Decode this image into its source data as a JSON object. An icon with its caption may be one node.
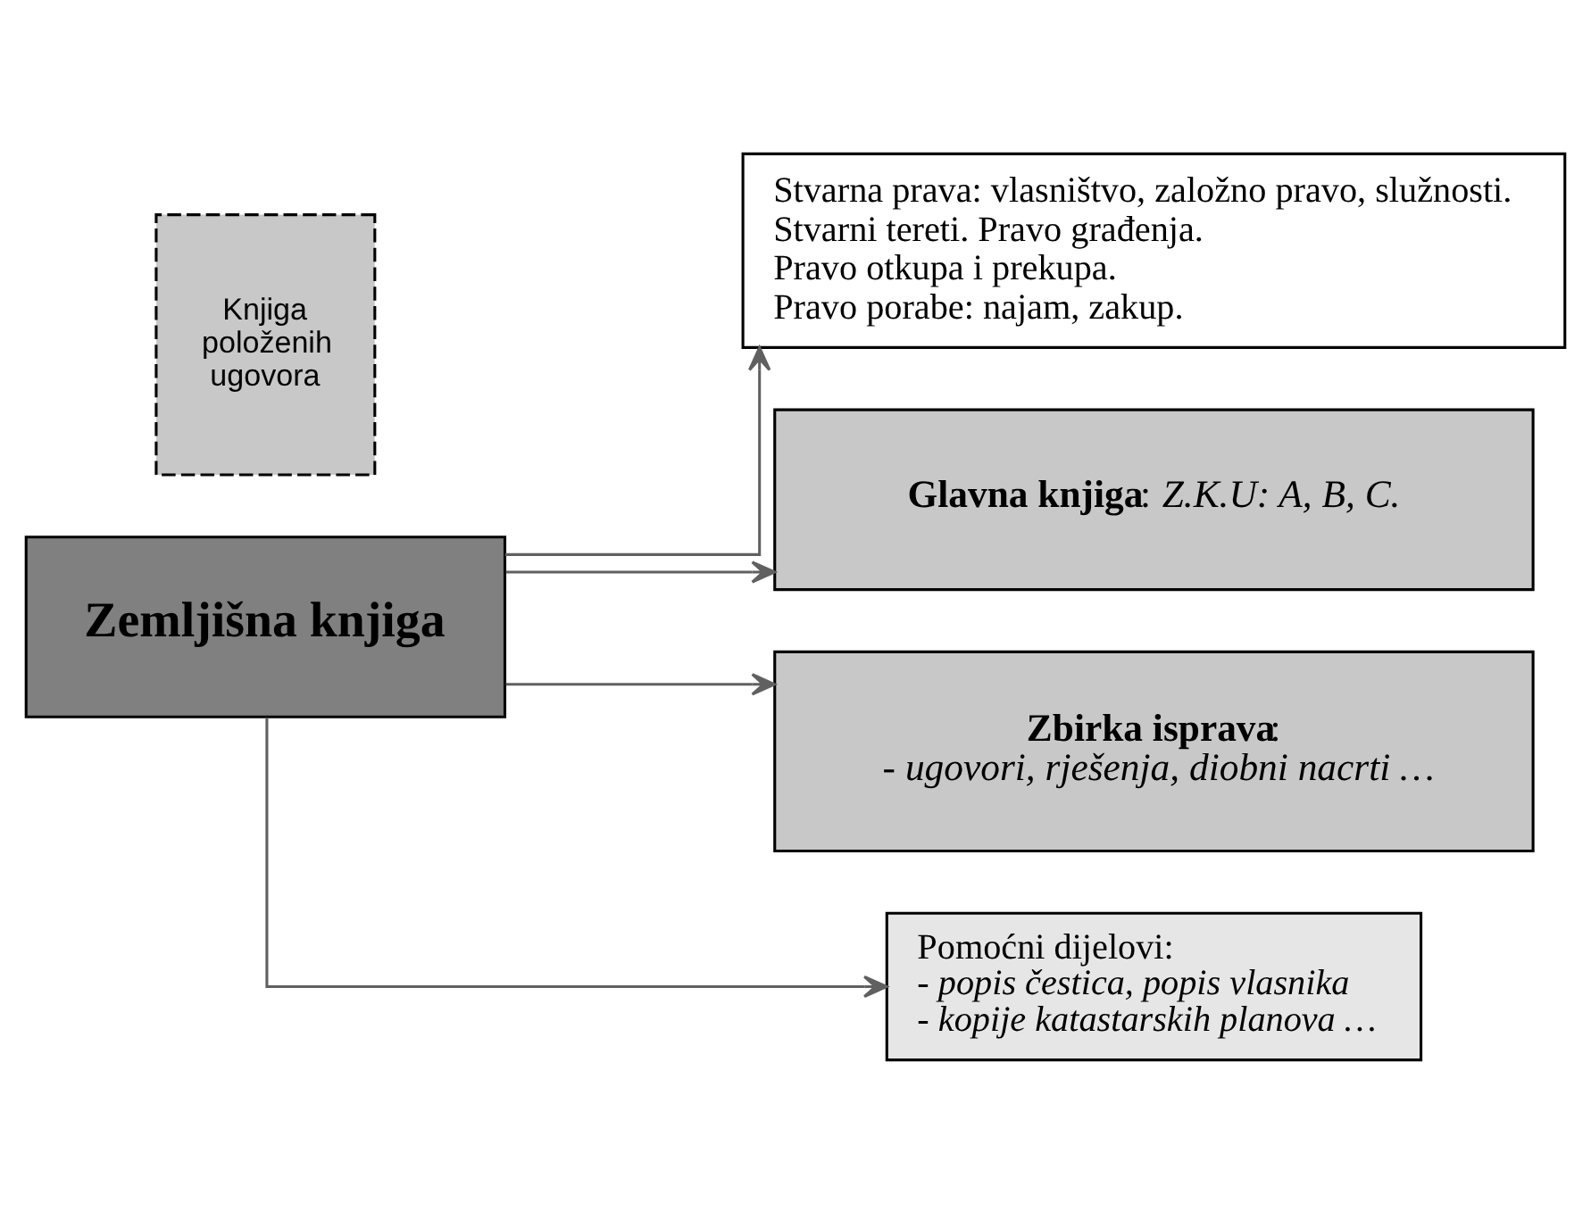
{
  "diagram": {
    "nodes": [
      {
        "text": [
          "Zemljišna knjiga"
        ]
      },
      {
        "text": [
          "Stvarna prava: vlasništvo, založno pravo, služnosti.",
          "Stvarni tereti. Pravo građenja.",
          "Pravo otkupa i prekupa.",
          "Pravo porabe: najam, zakup."
        ]
      },
      {
        "text": [
          "**Glavna knjiga**: *Z.K.U: A, B, C.*"
        ]
      },
      {
        "text": [
          "**Zbirka isprava**:",
          "- ugovori, rješenja, diobni nacrti …"
        ]
      },
      {
        "text": [
          "Pomoćni dijelovi:",
          "- popis čestica, popis vlasnika",
          "- kopije katastarskih planova …"
        ]
      },
      {
        "text": [
          "Knjiga položenih ugovora"
        ]
      }
    ],
    "edges": [
      {
        "from": 0,
        "to": 1,
        "arrow": "to"
      },
      {
        "from": 0,
        "to": 2,
        "arrow": "to"
      },
      {
        "from": 0,
        "to": 3,
        "arrow": "to"
      },
      {
        "from": 0,
        "to": 4,
        "arrow": "to"
      }
    ]
  }
}
